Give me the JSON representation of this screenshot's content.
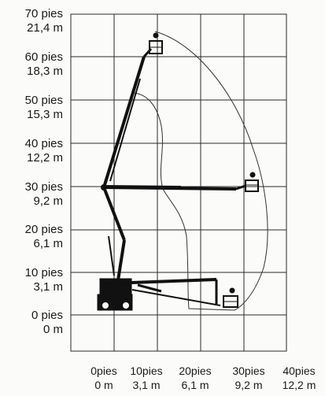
{
  "title": "",
  "y_axis": {
    "ticks": [
      {
        "ft": "70 pies",
        "m": "21,4 m"
      },
      {
        "ft": "60 pies",
        "m": "18,3 m"
      },
      {
        "ft": "50 pies",
        "m": "15,3 m"
      },
      {
        "ft": "40 pies",
        "m": "12,2 m"
      },
      {
        "ft": "30 pies",
        "m": "9,2 m"
      },
      {
        "ft": "20 pies",
        "m": "6,1 m"
      },
      {
        "ft": "10 pies",
        "m": "3,1 m"
      },
      {
        "ft": "0 pies",
        "m": "0 m"
      }
    ]
  },
  "x_axis": {
    "ticks": [
      {
        "ft": "0pies",
        "m": "0 m"
      },
      {
        "ft": "10pies",
        "m": "3,1 m"
      },
      {
        "ft": "20pies",
        "m": "6,1 m"
      },
      {
        "ft": "30pies",
        "m": "9,2 m"
      },
      {
        "ft": "40pies",
        "m": "12,2 m"
      }
    ]
  },
  "colors": {
    "grid": "#2a2a2a",
    "boom": "#111111",
    "envelope": "#333333",
    "background": "#fbfbf9"
  },
  "icons": [
    "articulating-boom-lift-icon",
    "work-platform-basket-icon"
  ]
}
